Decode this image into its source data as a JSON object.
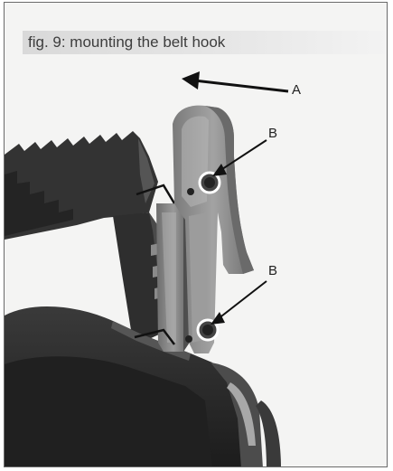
{
  "figure": {
    "caption": "fig. 9: mounting the belt hook",
    "callouts": {
      "a": "A",
      "b_upper": "B",
      "b_lower": "B"
    }
  },
  "colors": {
    "frame_border": "#6a6a6a",
    "caption_bar": "#dcdcdc",
    "device_dark": "#2b2b2b",
    "hook_grey": "#8c8c8c"
  }
}
